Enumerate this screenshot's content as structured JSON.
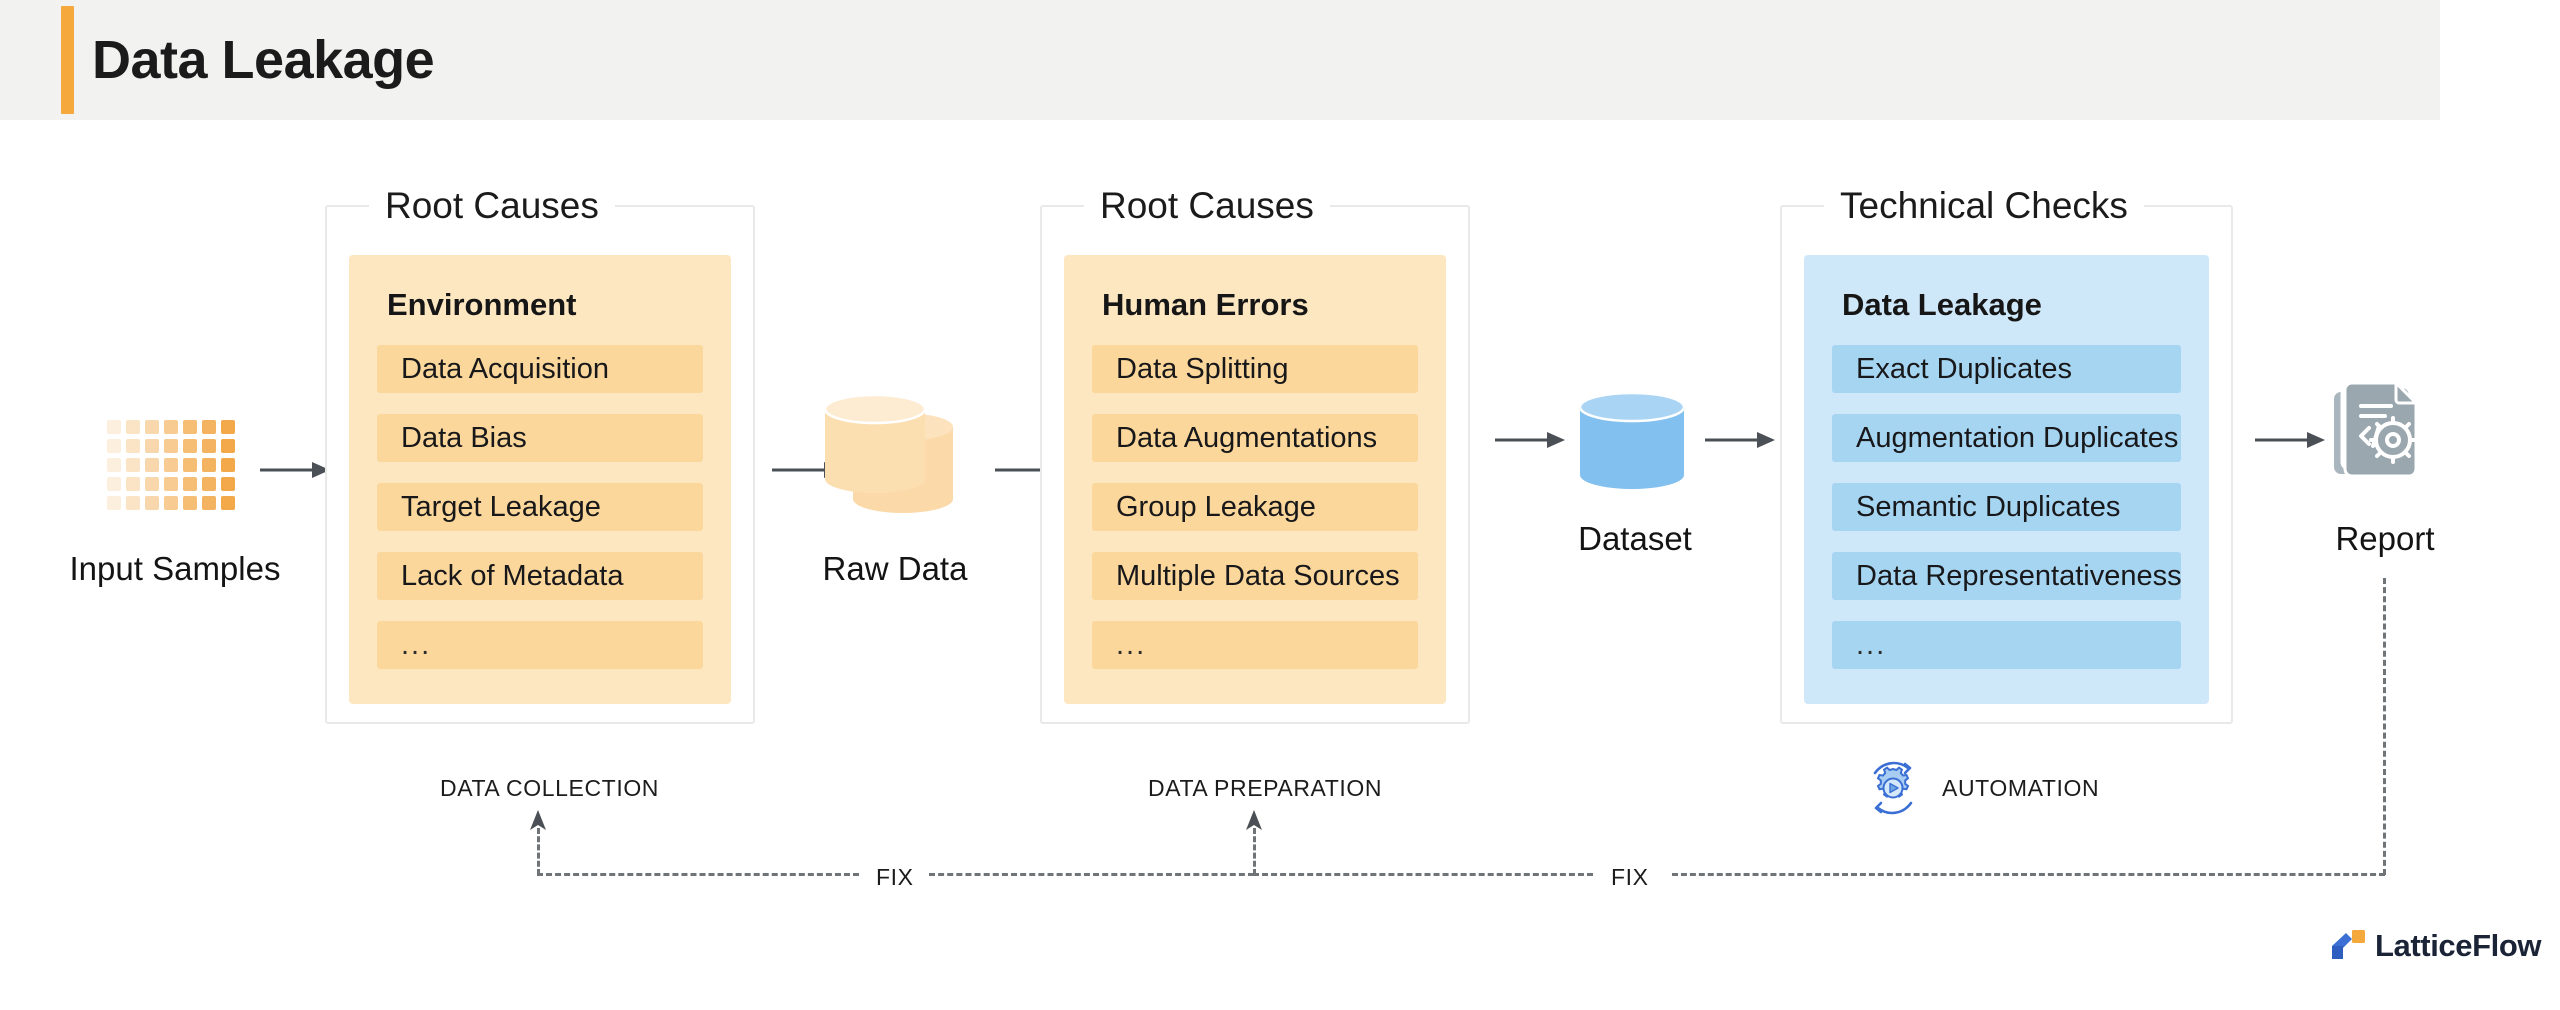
{
  "header": {
    "title": "Data Leakage",
    "accent_color": "#f5a83c",
    "background_color": "#f2f2f1"
  },
  "nodes": [
    {
      "id": "input-samples",
      "label": "Input Samples",
      "icon": "sample-grid-icon",
      "color": "#f3a84a"
    },
    {
      "id": "raw-data",
      "label": "Raw Data",
      "icon": "database-cylinder-icon",
      "color": "#fbd9a9"
    },
    {
      "id": "dataset",
      "label": "Dataset",
      "icon": "database-cylinder-icon",
      "color": "#82c0ef"
    },
    {
      "id": "report",
      "label": "Report",
      "icon": "report-documents-icon",
      "color": "#9aa7ae"
    }
  ],
  "panels": [
    {
      "id": "root-causes-environment",
      "legend": "Root Causes",
      "theme": "orange",
      "group_title": "Environment",
      "items": [
        "Data Acquisition",
        "Data Bias",
        "Target Leakage",
        "Lack of Metadata",
        "..."
      ]
    },
    {
      "id": "root-causes-human-errors",
      "legend": "Root Causes",
      "theme": "orange",
      "group_title": "Human Errors",
      "items": [
        "Data Splitting",
        "Data Augmentations",
        "Group Leakage",
        "Multiple Data Sources",
        "..."
      ]
    },
    {
      "id": "technical-checks",
      "legend": "Technical Checks",
      "theme": "blue",
      "group_title": "Data Leakage",
      "items": [
        "Exact Duplicates",
        "Augmentation Duplicates",
        "Semantic Duplicates",
        "Data Representativeness",
        "..."
      ]
    }
  ],
  "phases": [
    {
      "id": "data-collection",
      "label": "DATA COLLECTION"
    },
    {
      "id": "data-preparation",
      "label": "DATA PREPARATION"
    },
    {
      "id": "automation",
      "label": "AUTOMATION",
      "icon": "automation-gear-icon"
    }
  ],
  "fix_labels": [
    {
      "id": "fix-left",
      "label": "FIX"
    },
    {
      "id": "fix-right",
      "label": "FIX"
    }
  ],
  "brand": {
    "name": "LatticeFlow",
    "mark_blue": "#3b6fd4",
    "mark_orange": "#f5a83c"
  },
  "colors": {
    "orange_panel_bg": "#fde7c1",
    "orange_item_bg": "#fbd79b",
    "blue_panel_bg": "#cfe8f9",
    "blue_item_bg": "#a6d5f2",
    "arrow": "#4a5056",
    "dashed_line": "#6f7479",
    "panel_border": "#e9e9e9"
  }
}
